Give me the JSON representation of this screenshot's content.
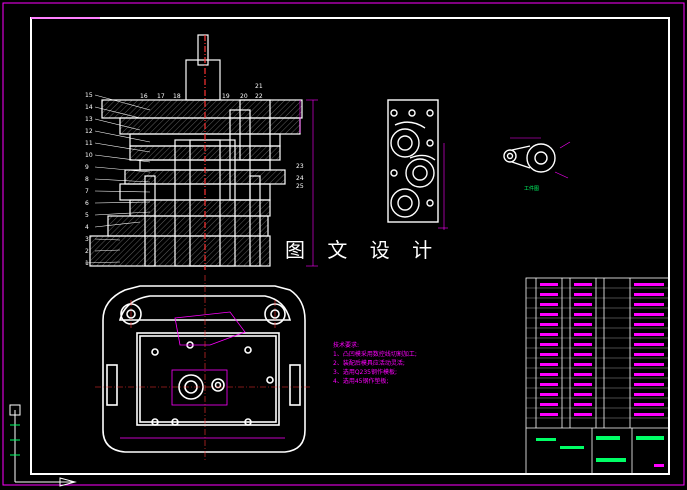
{
  "watermark": "图 文 设 计",
  "tech_notes": {
    "title": "技术要求:",
    "items": [
      "1、凸凹模采用数控线切割加工;",
      "2、装配后模具应活动灵活;",
      "3、选用Q235钢作模板;",
      "4、选用45钢作垫板;"
    ]
  },
  "part_numbers_left": [
    "15",
    "14",
    "13",
    "12",
    "11",
    "10",
    "9",
    "8",
    "7",
    "6",
    "5",
    "4",
    "3",
    "2",
    "1"
  ],
  "part_numbers_top": [
    "16",
    "17",
    "18",
    "19",
    "20",
    "21",
    "22"
  ],
  "part_numbers_right": [
    "23",
    "24",
    "25"
  ],
  "part_view_label": "工件图",
  "colors": {
    "frame": "#ffffff",
    "border": "#ff00ff",
    "dim": "#ff00ff",
    "center": "#ff3333",
    "detail": "#00ff66",
    "hatch": "#aaaaaa"
  }
}
